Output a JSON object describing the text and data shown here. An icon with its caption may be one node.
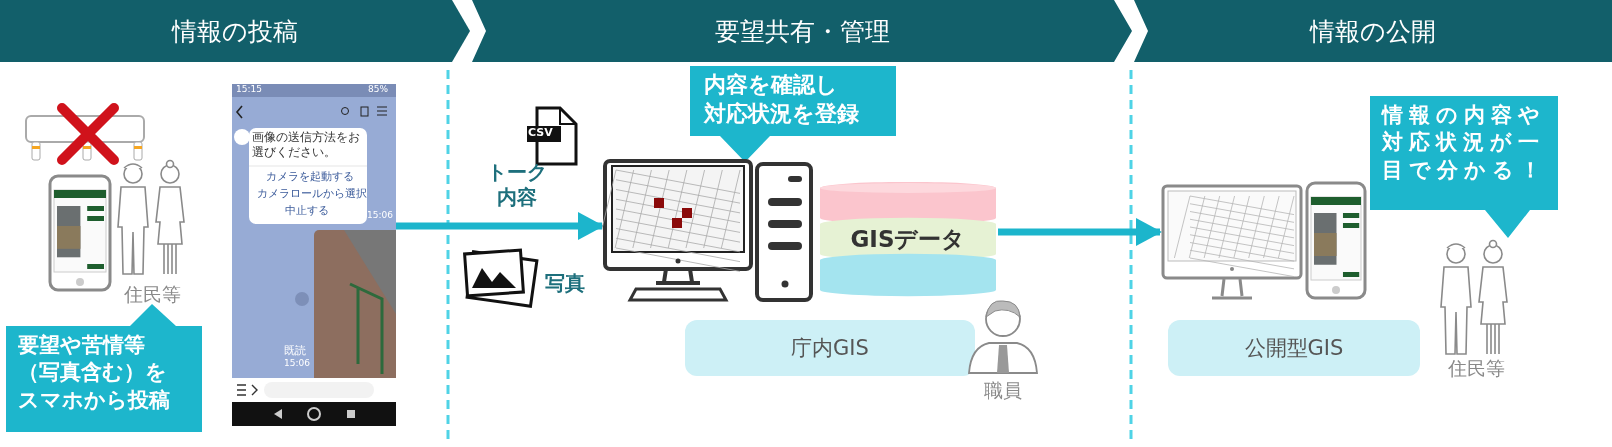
{
  "diagram": {
    "nodes": [
      {
        "text": [
          "情報の投稿"
        ]
      },
      {
        "text": [
          "要望共有・管理"
        ]
      },
      {
        "text": [
          "情報の公開"
        ]
      },
      {
        "text": [],
        "shape": "person",
        "beside": [
          "住民等"
        ]
      },
      {
        "text": [
          "要望や苦情等（写真含む）をスマホから投稿"
        ]
      },
      {
        "text": [],
        "shape": "picture"
      },
      {
        "text": [
          "内容を確認し対応状況を登録"
        ]
      },
      {
        "text": [],
        "shape": "picture"
      },
      {
        "text": [
          "GISデータ"
        ]
      },
      {
        "text": [
          "庁内GIS"
        ]
      },
      {
        "text": [],
        "shape": "person",
        "beside": [
          "職員"
        ]
      },
      {
        "text": [],
        "shape": "picture"
      },
      {
        "text": [
          "公開型GIS"
        ]
      },
      {
        "text": [
          "情報の内容や対応状況が一目で分かる！"
        ]
      },
      {
        "text": [],
        "shape": "person",
        "beside": [
          "住民等"
        ]
      }
    ],
    "edges": [
      {
        "from": 5,
        "to": 7,
        "arrow": "to"
      },
      {
        "from": 8,
        "to": 11,
        "arrow": "to"
      }
    ],
    "labels": [
      "15:15",
      "85%",
      "画像の送信方法をお選びください。",
      "カメラを起動する",
      "カメラロールから選択",
      "中止する",
      "15:06",
      "既読",
      "15:06",
      "CSV",
      "トーク内容",
      "写真"
    ]
  }
}
